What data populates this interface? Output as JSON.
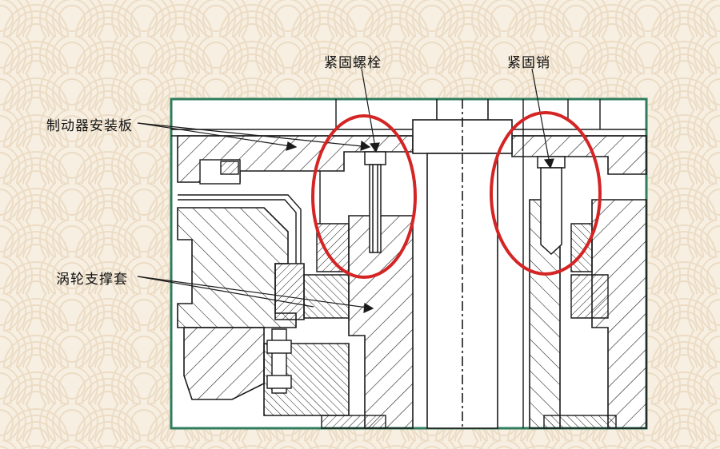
{
  "labels": {
    "fastening_bolt": "紧固螺栓",
    "fastening_pin": "紧固销",
    "brake_mounting_plate": "制动器安装板",
    "worm_support_sleeve": "涡轮支撑套"
  },
  "colors": {
    "background": "#f7efe2",
    "wave_pattern": "#ecdcc4",
    "frame_border": "#2e7d5e",
    "drawing_line": "#1a1a1a",
    "highlight_circle": "#d42424"
  }
}
